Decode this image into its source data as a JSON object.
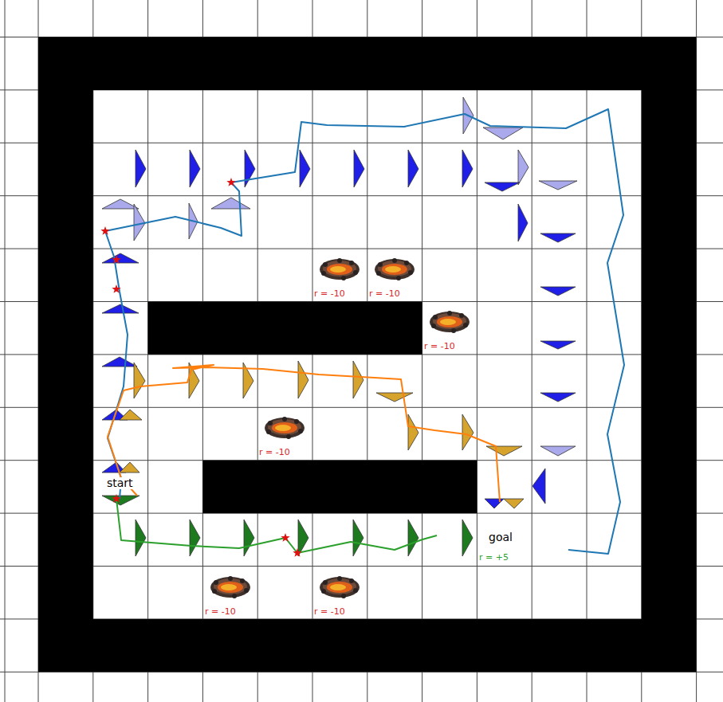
{
  "diagram": {
    "labels": [
      "r = -10",
      "r = -10",
      "r = -10",
      "r = -10",
      "start",
      "goal",
      "r = +5",
      "r = -10",
      "r = -10"
    ]
  }
}
